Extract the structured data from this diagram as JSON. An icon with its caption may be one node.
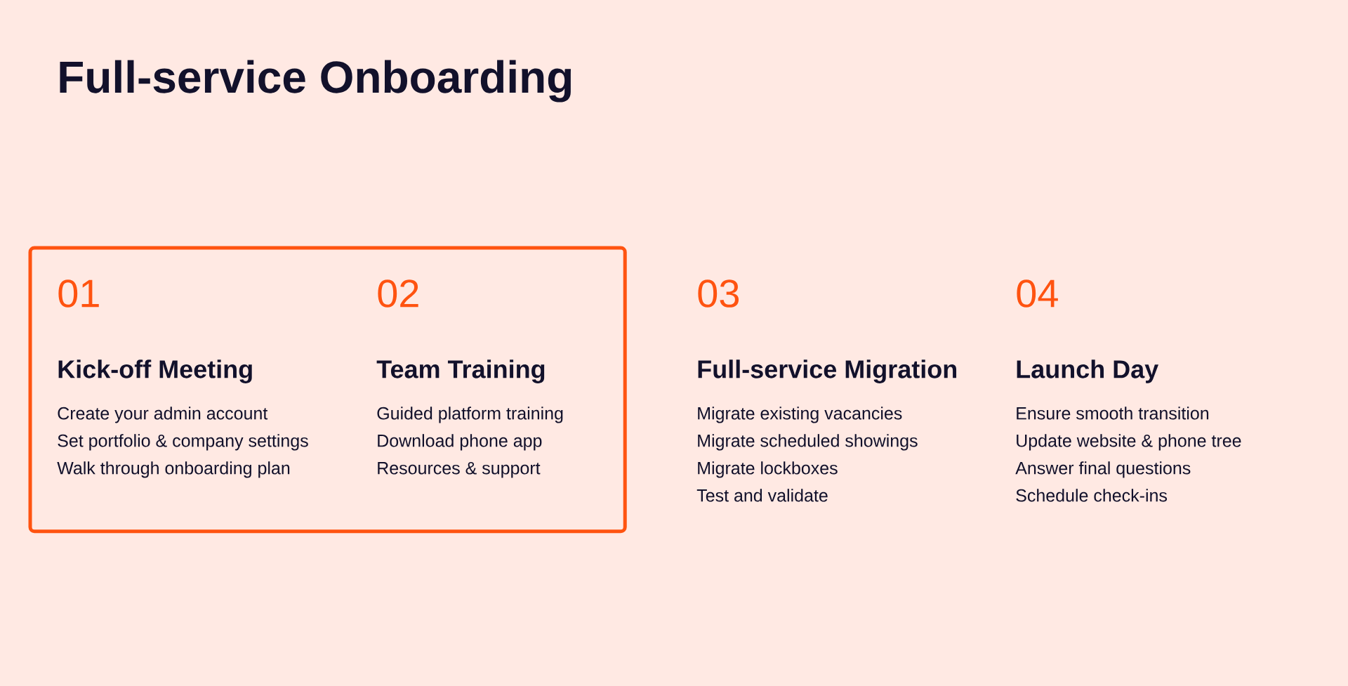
{
  "diagram": {
    "title": "Full-service Onboarding",
    "nodes": [
      {
        "text": [],
        "shape": "box"
      },
      {
        "text": [
          "01",
          "Kick-off Meeting",
          "Create your admin account",
          "Set portfolio & company settings",
          "Walk through onboarding plan"
        ],
        "in": 0
      },
      {
        "text": [
          "02",
          "Team Training",
          "Guided platform training",
          "Download phone app",
          "Resources & support"
        ],
        "in": 0
      },
      {
        "text": [
          "03",
          "Full-service Migration",
          "Migrate existing vacancies",
          "Migrate scheduled showings",
          "Migrate lockboxes",
          "Test and validate"
        ]
      },
      {
        "text": [
          "04",
          "Launch Day",
          "Ensure smooth transition",
          "Update website & phone tree",
          "Answer final questions",
          "Schedule check-ins"
        ]
      }
    ]
  }
}
